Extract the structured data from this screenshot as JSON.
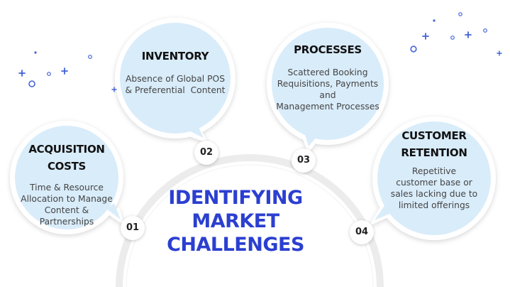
{
  "center_title": [
    "IDENTIFYING",
    "MARKET",
    "CHALLENGES"
  ],
  "items": [
    {
      "number": "01",
      "title": [
        "ACQUISITION COSTS"
      ],
      "description": [
        "Time & Resource",
        "Allocation to Manage",
        "Content &",
        "Partnerships"
      ]
    },
    {
      "number": "02",
      "title": [
        "INVENTORY"
      ],
      "description": [
        "Absence of Global POS",
        "& Preferential  Content"
      ]
    },
    {
      "number": "03",
      "title": [
        "PROCESSES"
      ],
      "description": [
        "Scattered Booking",
        "Requisitions, Payments and",
        "Management Processes"
      ]
    },
    {
      "number": "04",
      "title": [
        "CUSTOMER",
        "RETENTION"
      ],
      "description": [
        "Repetitive",
        "customer base or",
        "sales lacking due to",
        "limited offerings"
      ]
    }
  ],
  "colors": {
    "bubble_fill": "#d9ecfa",
    "bubble_ring": "#ffffff",
    "title_color": "#2b3fd0",
    "sparkle_color": "#4263d8",
    "arc_color": "#ececec"
  },
  "decorations": [
    "plus-sparkle",
    "circle-sparkle",
    "dot-sparkle"
  ]
}
